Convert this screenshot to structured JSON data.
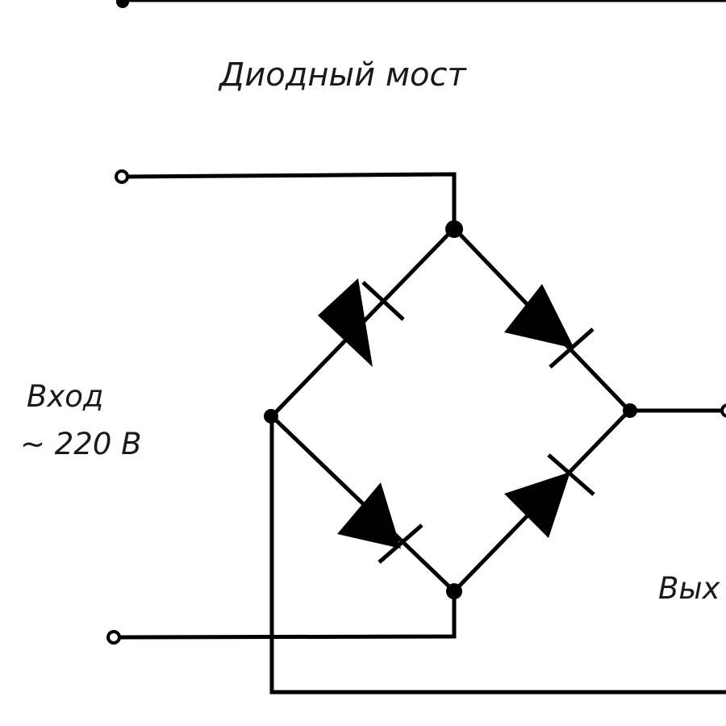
{
  "diagram": {
    "title": "Диодный мост",
    "input_label_line1": "Вход",
    "input_label_line2": "~ 220 В",
    "output_label": "Вых"
  },
  "colors": {
    "ink": "#000000",
    "background": "#ffffff"
  }
}
